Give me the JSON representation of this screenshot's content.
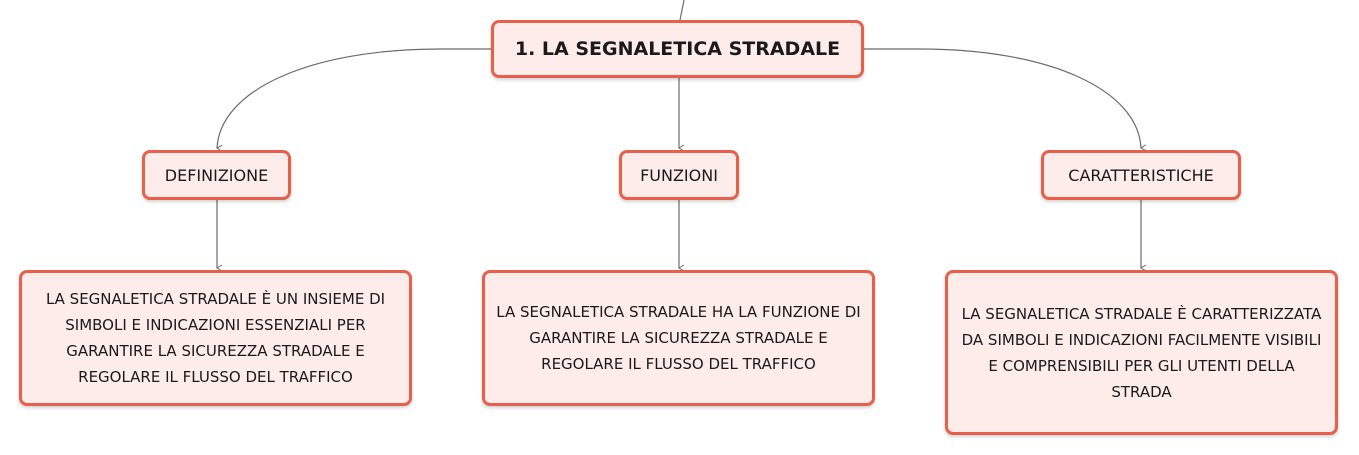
{
  "root": {
    "label": "1. LA SEGNALETICA STRADALE"
  },
  "branches": [
    {
      "category": "DEFINIZIONE",
      "description": "LA SEGNALETICA STRADALE È UN INSIEME DI SIMBOLI E INDICAZIONI ESSENZIALI PER GARANTIRE LA SICUREZZA STRADALE E REGOLARE IL FLUSSO DEL TRAFFICO"
    },
    {
      "category": "FUNZIONI",
      "description": "LA SEGNALETICA STRADALE HA LA FUNZIONE DI GARANTIRE LA SICUREZZA STRADALE E REGOLARE IL FLUSSO DEL TRAFFICO"
    },
    {
      "category": "CARATTERISTICHE",
      "description": "LA SEGNALETICA STRADALE È CARATTERIZZATA DA SIMBOLI E INDICAZIONI FACILMENTE VISIBILI E COMPRENSIBILI PER GLI UTENTI DELLA STRADA"
    }
  ],
  "colors": {
    "node_border": "#e8604c",
    "node_fill": "#fdecea",
    "connector": "#6b6b6b"
  }
}
